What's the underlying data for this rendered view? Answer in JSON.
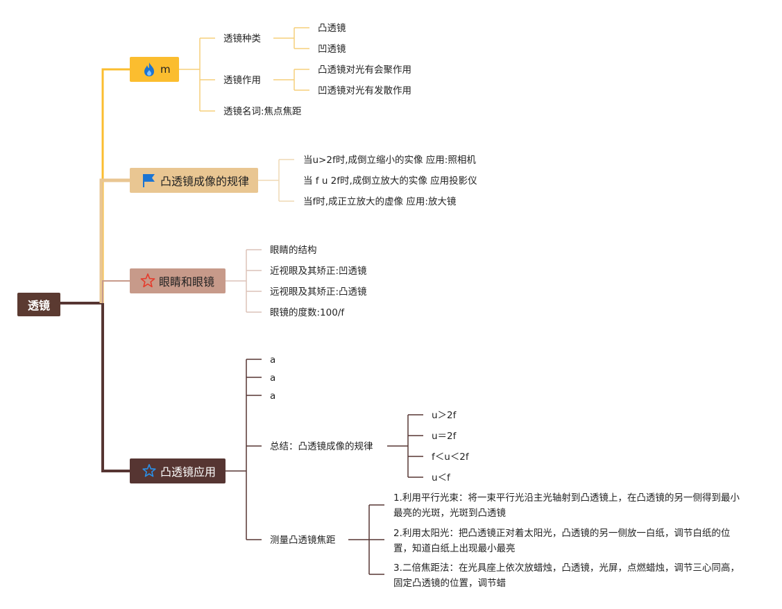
{
  "root": {
    "label": "透镜"
  },
  "branches": [
    {
      "label": "m",
      "icon": "fire-icon",
      "color": "#fbbd2f",
      "children": [
        {
          "label": "透镜种类",
          "children": [
            "凸透镜",
            "凹透镜"
          ]
        },
        {
          "label": "透镜作用",
          "children": [
            "凸透镜对光有会聚作用",
            "凹透镜对光有发散作用"
          ]
        },
        {
          "label": "透镜名词:焦点焦距"
        }
      ]
    },
    {
      "label": "凸透镜成像的规律",
      "icon": "flag-icon",
      "color": "#e9c692",
      "children": [
        "当u>2f时,成倒立缩小的实像 应用:照相机",
        "当 f u 2f时,成倒立放大的实像 应用投影仪",
        "当f时,成正立放大的虚像 应用:放大镜"
      ]
    },
    {
      "label": "眼睛和眼镜",
      "icon": "star-outline-icon",
      "color": "#c79a8a",
      "children": [
        "眼睛的结构",
        "近视眼及其矫正:凹透镜",
        "远视眼及其矫正:凸透镜",
        "眼镜的度数:100/f"
      ]
    },
    {
      "label": "凸透镜应用",
      "icon": "star-blue-icon",
      "color": "#563532",
      "children": [
        {
          "label": "a"
        },
        {
          "label": "a"
        },
        {
          "label": "a"
        },
        {
          "label": "总结：凸透镜成像的规律",
          "children": [
            "u＞2f",
            "u＝2f",
            "f＜u＜2f",
            "u＜f"
          ]
        },
        {
          "label": "测量凸透镜焦距",
          "children": [
            "1.利用平行光束：将一束平行光沿主光轴射到凸透镜上，在凸透镜的另一侧得到最小最亮的光斑，光斑到凸透镜",
            "2.利用太阳光：把凸透镜正对着太阳光，凸透镜的另一侧放一白纸，调节白纸的位置，知道白纸上出现最小最亮",
            "3.二倍焦距法：在光具座上依次放蜡烛，凸透镜，光屏，点燃蜡烛，调节三心同高，固定凸透镜的位置，调节蜡"
          ]
        }
      ]
    }
  ]
}
